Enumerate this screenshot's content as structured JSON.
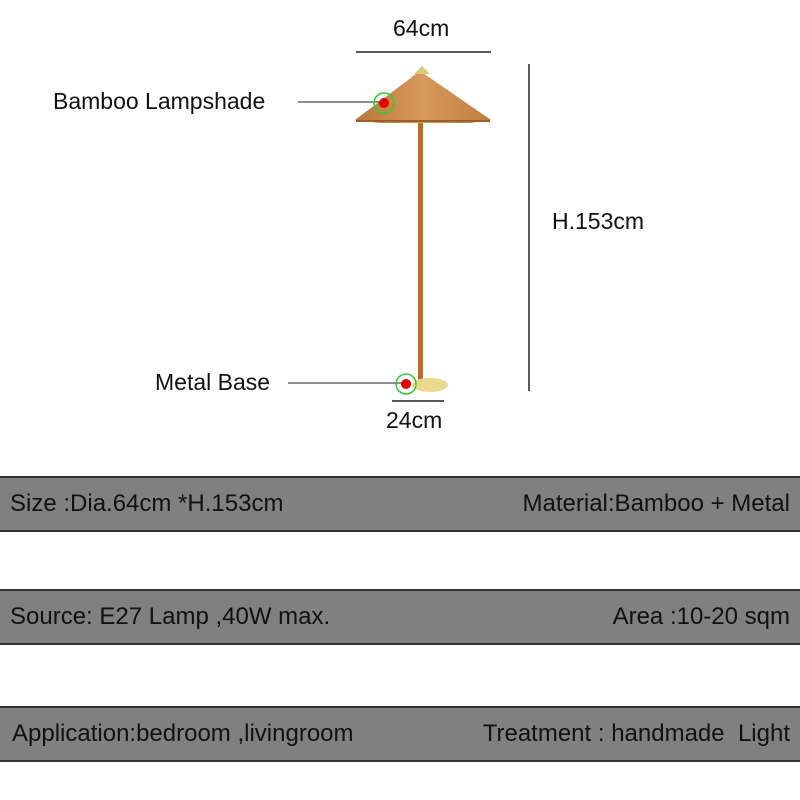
{
  "diagram": {
    "top_dimension": "64cm",
    "height_dimension": "H.153cm",
    "base_dimension": "24cm",
    "callouts": {
      "shade": "Bamboo Lampshade",
      "base": "Metal Base"
    }
  },
  "specs": [
    {
      "left": "Size :Dia.64cm *H.153cm",
      "right": "Material:Bamboo + Metal"
    },
    {
      "left": "Source: E27 Lamp ,40W max.",
      "right": "Area :10-20 sqm"
    },
    {
      "left": "Application:bedroom ,livingroom",
      "right": "Treatment : handmade  Light"
    }
  ],
  "colors": {
    "bar": "#808080",
    "marker": "#e00000",
    "ring": "#33cc33",
    "bamboo": "#c98a4a",
    "brass": "#e6d08a"
  }
}
